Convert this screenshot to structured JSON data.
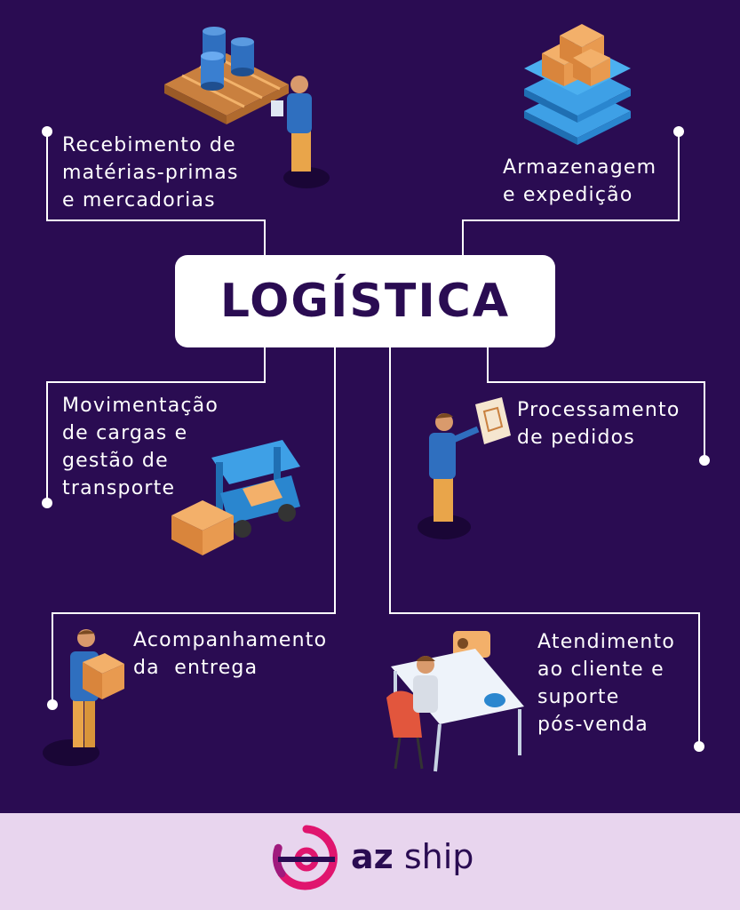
{
  "title": "LOGÍSTICA",
  "steps": {
    "receiving": {
      "lines": [
        "Recebimento de",
        "matérias-primas",
        "e mercadorias"
      ],
      "icon": "pallets-barrels-icon"
    },
    "storage": {
      "lines": [
        "Armazenagem",
        "e expedição"
      ],
      "icon": "shelf-boxes-icon"
    },
    "movement": {
      "lines": [
        "Movimentação",
        "de cargas e",
        "gestão de",
        "transporte"
      ],
      "icon": "forklift-icon"
    },
    "processing": {
      "lines": [
        "Processamento",
        "de pedidos"
      ],
      "icon": "order-board-icon"
    },
    "tracking": {
      "lines": [
        "Acompanhamento",
        "da  entrega"
      ],
      "icon": "delivery-person-icon"
    },
    "support": {
      "lines": [
        "Atendimento",
        "ao cliente e",
        "suporte",
        "pós-venda"
      ],
      "icon": "support-desk-icon"
    }
  },
  "brand": {
    "prefix": "az",
    "suffix": " ship",
    "icon": "az-ship-logo-icon"
  },
  "colors": {
    "background": "#2a0c52",
    "lines": "#ffffff",
    "title": "#2a0c52",
    "footer": "#e8d5ee",
    "logo": "#e0156e"
  }
}
